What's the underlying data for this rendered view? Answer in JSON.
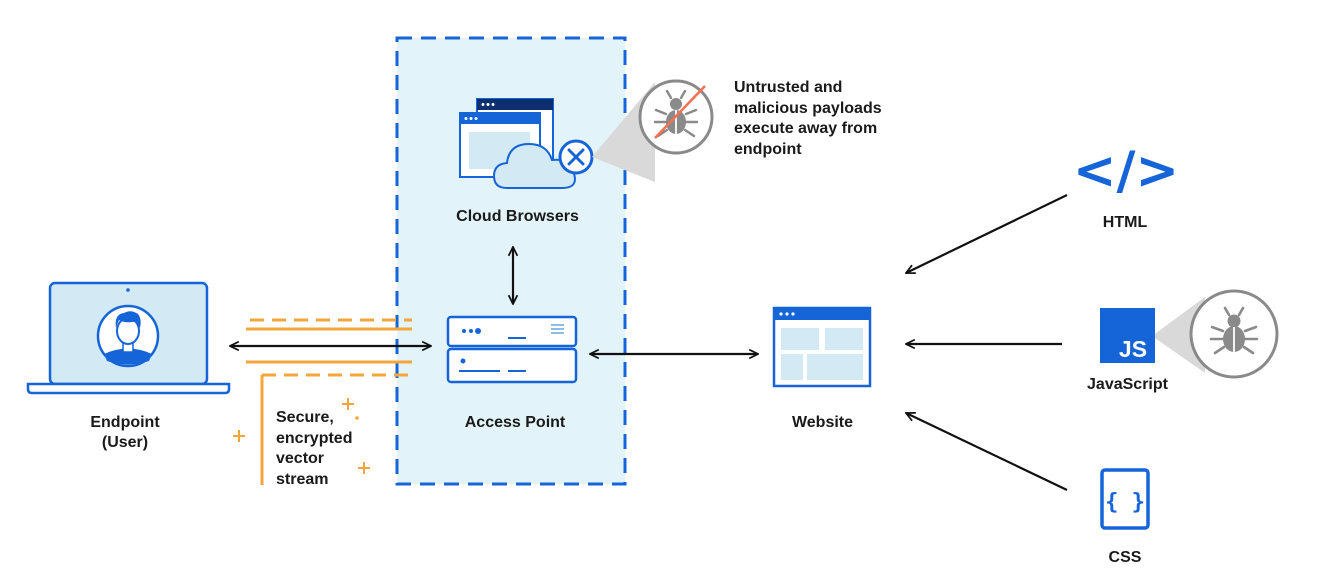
{
  "nodes": {
    "endpoint": {
      "label_lines": [
        "Endpoint",
        "(User)"
      ]
    },
    "cloud_browsers": {
      "label": "Cloud Browsers"
    },
    "access_point": {
      "label": "Access Point"
    },
    "website": {
      "label": "Website"
    },
    "html": {
      "label": "HTML",
      "glyph": "</>"
    },
    "javascript": {
      "label": "JavaScript",
      "glyph": "JS"
    },
    "css": {
      "label": "CSS",
      "glyph": "{ }"
    }
  },
  "annotations": {
    "stream_lines": [
      "Secure,",
      "encrypted",
      "vector",
      "stream"
    ],
    "payload_lines": [
      "Untrusted and",
      "malicious payloads",
      "execute away from",
      "endpoint"
    ]
  },
  "icons": [
    "laptop-icon",
    "user-avatar-icon",
    "browser-windows-icon",
    "cloud-icon",
    "close-circle-icon",
    "bug-icon",
    "server-icon",
    "website-icon",
    "html-code-icon",
    "javascript-icon",
    "css-braces-icon",
    "sparkle-icon"
  ],
  "colors": {
    "blue": "#1565D8",
    "blue_light": "#E3F3FA",
    "blue_pale": "#D3E9F4",
    "orange": "#F5A63B",
    "gray": "#8A8A8A",
    "gray_light": "#D9D9D9",
    "red": "#F47052"
  }
}
